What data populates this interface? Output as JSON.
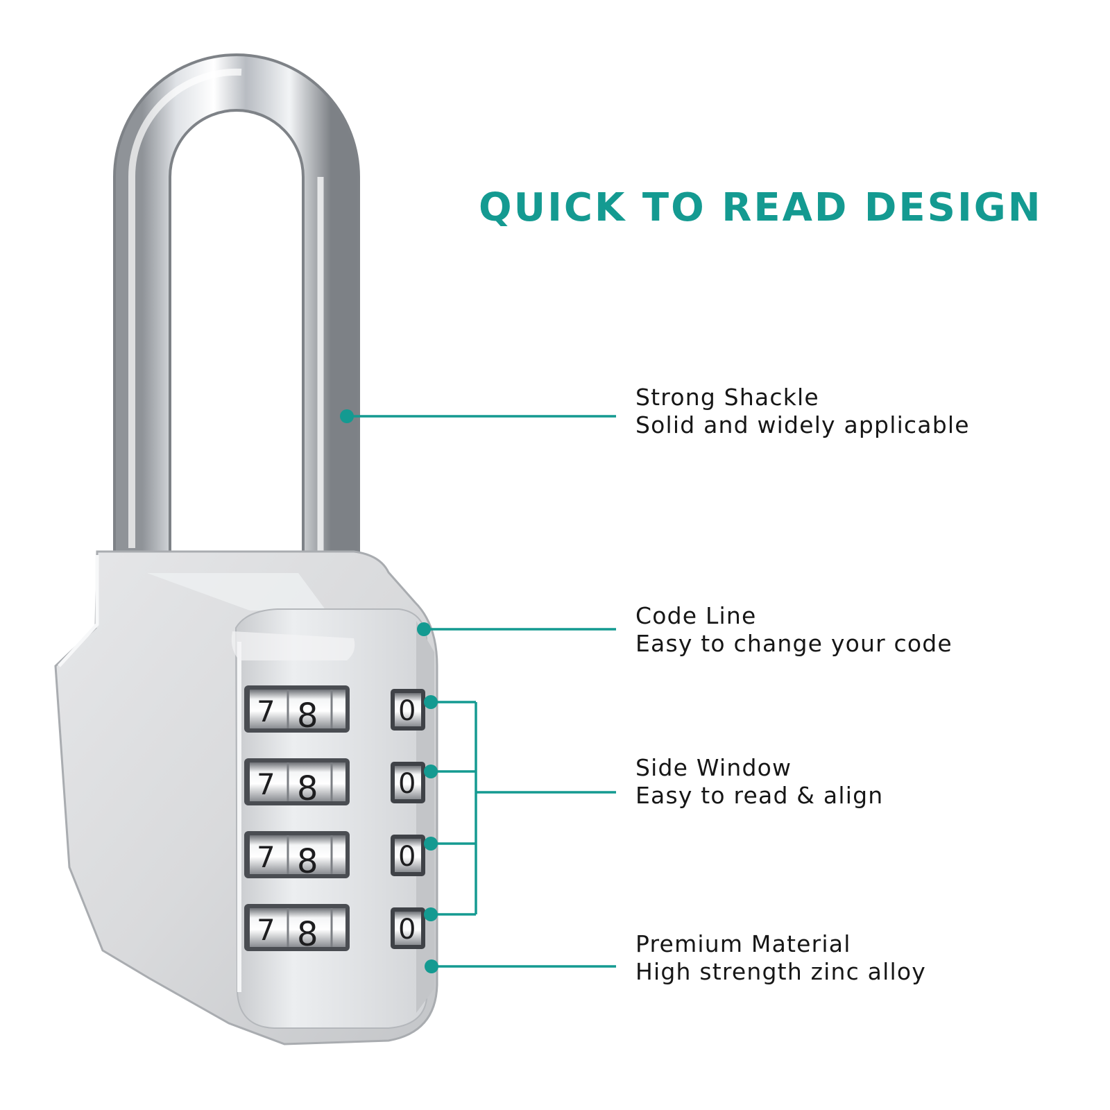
{
  "headline": "QUICK TO READ DESIGN",
  "accent_color": "#149a91",
  "features": [
    {
      "title": "Strong Shackle",
      "subtitle": "Solid and widely applicable"
    },
    {
      "title": "Code Line",
      "subtitle": "Easy to change your code"
    },
    {
      "title": "Side Window",
      "subtitle": "Easy to read & align"
    },
    {
      "title": "Premium Material",
      "subtitle": "High strength zinc alloy"
    }
  ],
  "lock": {
    "front_digits": [
      "7",
      "8"
    ],
    "side_digit": "0"
  }
}
